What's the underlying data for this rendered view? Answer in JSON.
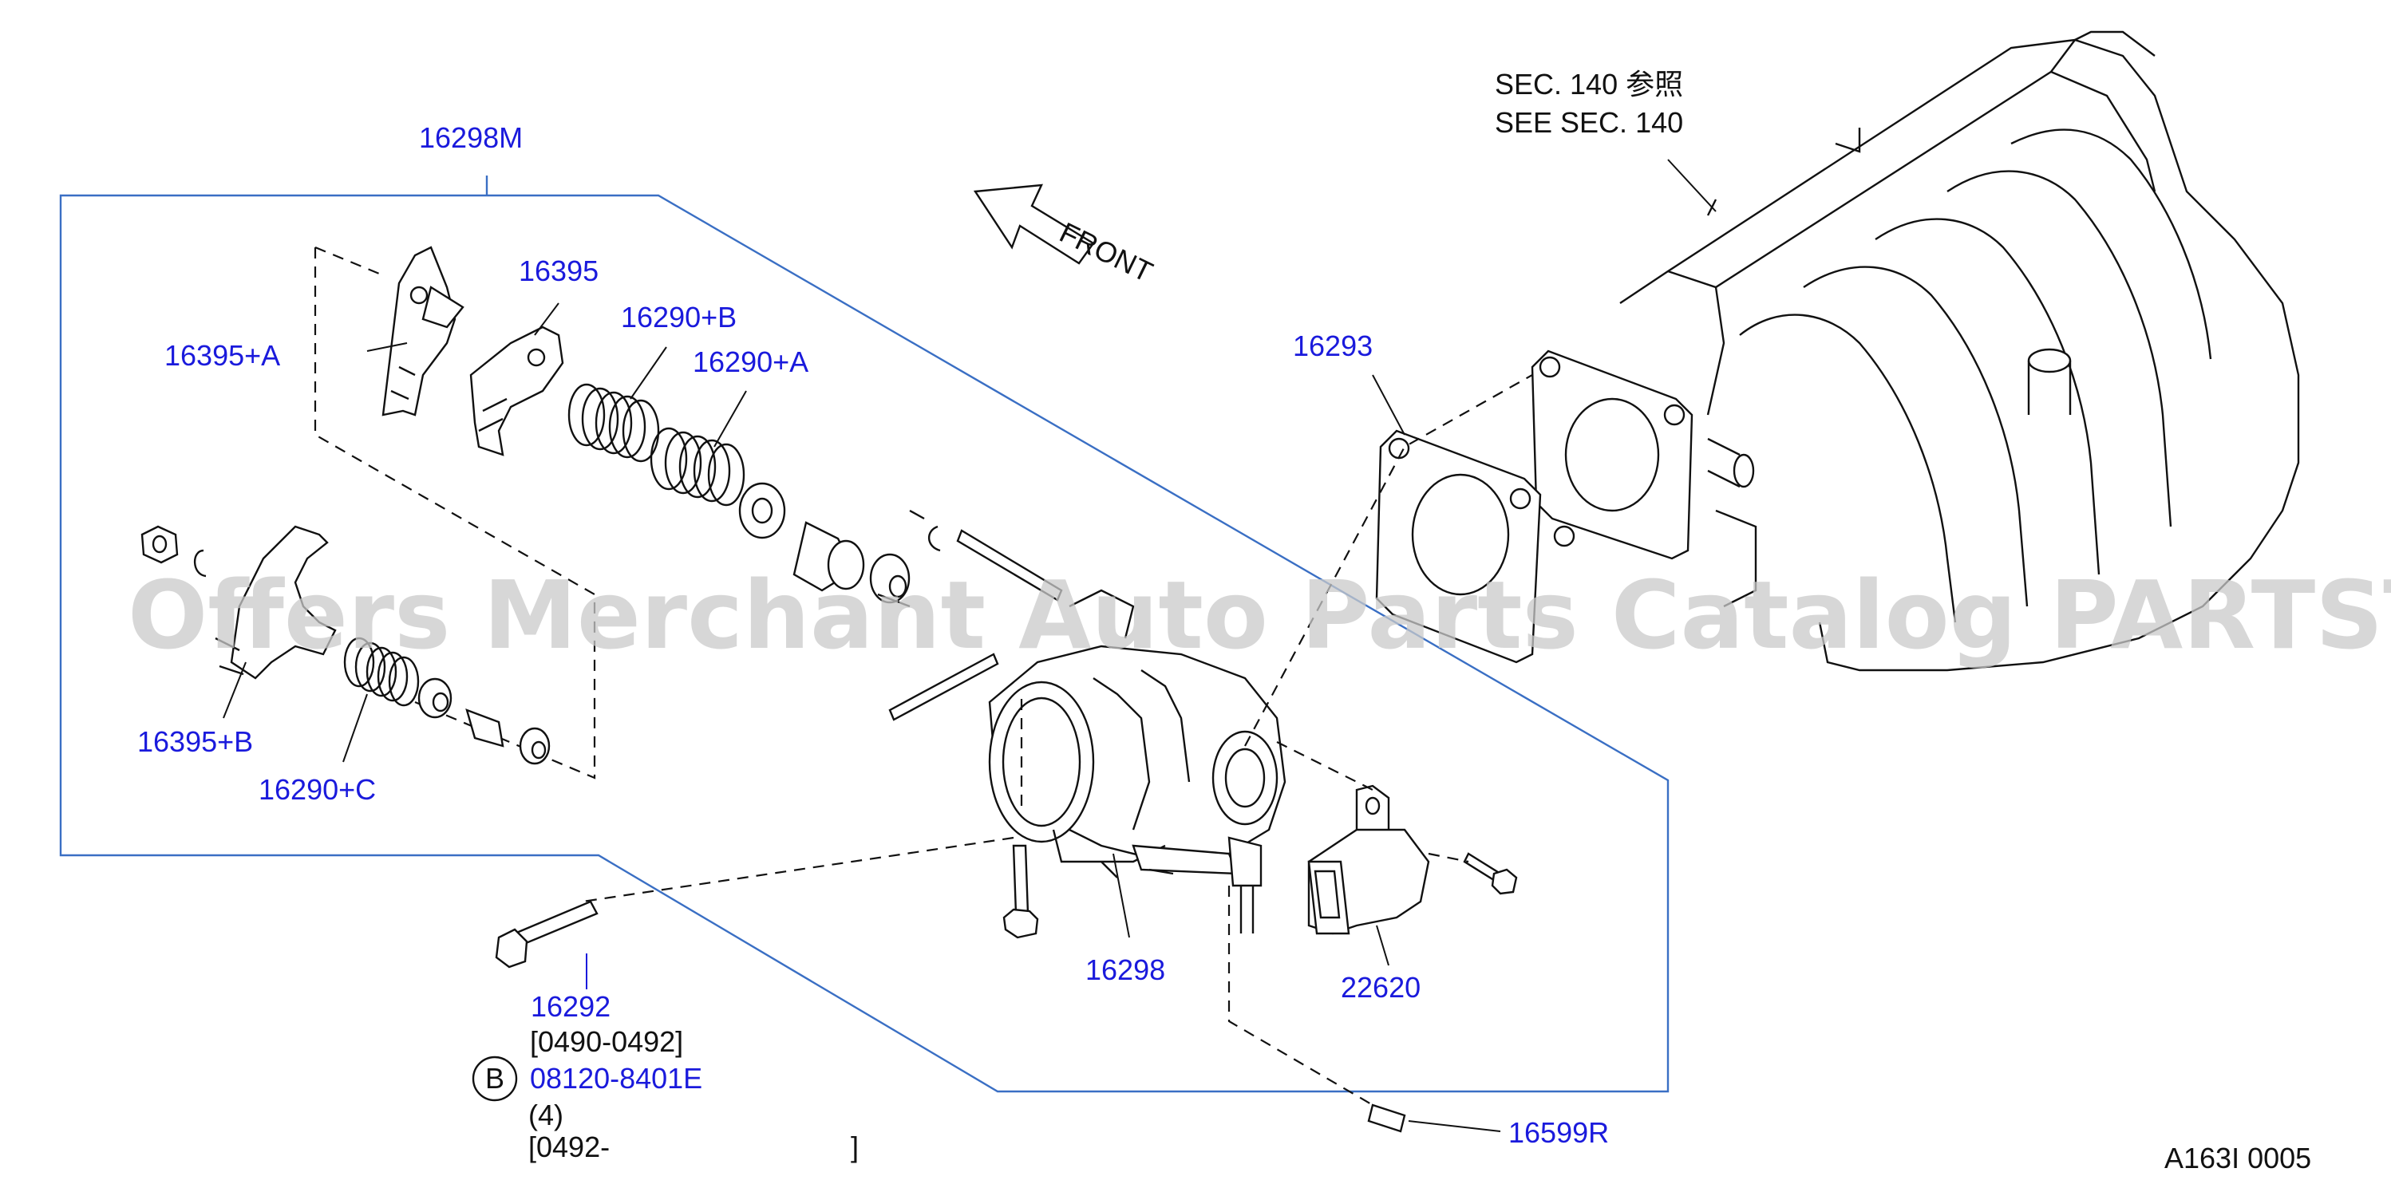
{
  "diagram": {
    "section_ref_line1": "SEC.   140    参照",
    "section_ref_line2": "SEE   SEC.   140",
    "front_label": "FRONT",
    "watermark": "Offers Merchant Auto Parts Catalog PARTSTORE.SA",
    "drawing_code": "A163I  0005",
    "parts": {
      "p16298M": "16298M",
      "p16395": "16395",
      "p16395A": "16395+A",
      "p16290B": "16290+B",
      "p16290A": "16290+A",
      "p16395B": "16395+B",
      "p16290C": "16290+C",
      "p16293": "16293",
      "p16298": "16298",
      "p22620": "22620",
      "p16292": "16292",
      "p16292_range": "[0490-0492]",
      "bolt_badge": "B",
      "p08120": "08120-8401E",
      "p08120_qty": "(4)",
      "p08120_range_start": "[0492-",
      "p08120_range_end": "]",
      "p16599R": "16599R"
    },
    "colors": {
      "part_label": "#1a1adc",
      "frame": "#3a6fc4",
      "line": "#111111"
    }
  }
}
